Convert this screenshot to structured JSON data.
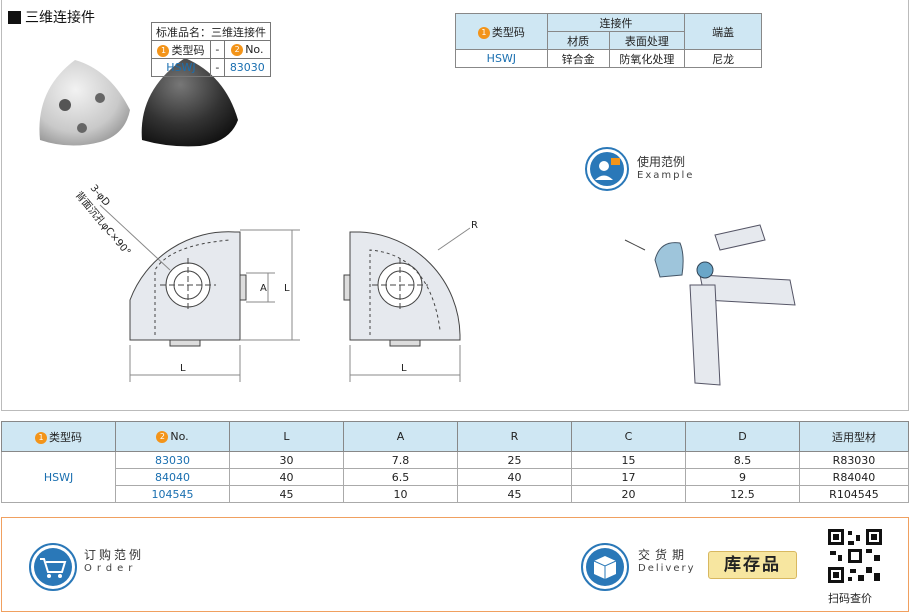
{
  "title": "三维连接件",
  "spec_table": {
    "type_code_label": "类型码",
    "num1": "1",
    "connector_label": "连接件",
    "material_label": "材质",
    "surface_label": "表面处理",
    "endcap_label": "端盖",
    "code": "HSWJ",
    "material": "锌合金",
    "surface": "防氧化处理",
    "endcap": "尼龙"
  },
  "drawing": {
    "note_line1": "3-φD",
    "note_line2": "背面沉孔φC×90°",
    "label_A": "A",
    "label_L": "L",
    "label_L_bottom": "L",
    "label_R": "R",
    "label_L_bottom2": "L"
  },
  "example": {
    "label_cn": "使用范例",
    "label_en": "Example"
  },
  "dims_table": {
    "headers": [
      "类型码",
      "No.",
      "L",
      "A",
      "R",
      "C",
      "D",
      "适用型材"
    ],
    "num1": "1",
    "num2": "2",
    "code": "HSWJ",
    "rows": [
      [
        "83030",
        "30",
        "7.8",
        "25",
        "15",
        "8.5",
        "R83030"
      ],
      [
        "84040",
        "40",
        "6.5",
        "40",
        "17",
        "9",
        "R84040"
      ],
      [
        "104545",
        "45",
        "10",
        "45",
        "20",
        "12.5",
        "R104545"
      ]
    ]
  },
  "order": {
    "label_cn": "订购范例",
    "label_en": "Order",
    "std_name": "标准品名：三维连接件",
    "type_code_label": "类型码",
    "dash": "-",
    "no_label": "No.",
    "num1": "1",
    "num2": "2",
    "code": "HSWJ",
    "no": "83030"
  },
  "delivery": {
    "label_cn": "交货期",
    "label_en": "Delivery",
    "stock": "库存品",
    "scan": "扫码查价"
  },
  "colors": {
    "header_bg": "#cfe7f3",
    "code_blue": "#1a6fb0",
    "badge_orange": "#f39419",
    "icon_blue": "#2a78b8",
    "order_border": "#f0a060",
    "stock_bg": "#f7e6a0"
  }
}
